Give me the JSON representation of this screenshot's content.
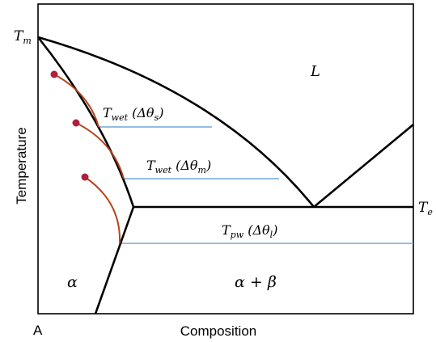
{
  "labels": {
    "tm_main": "T",
    "tm_sub": "m",
    "te_main": "T",
    "te_sub": "e",
    "liquid": "L",
    "alpha": "α",
    "alpha_beta": "α + β",
    "ylabel": "Temperature",
    "xlabel": "Composition",
    "origin": "A",
    "wet_s": {
      "t": "T",
      "sub": "wet",
      "paren_open": " (Δθ",
      "greek_sub": "s",
      "paren_close": ")"
    },
    "wet_m": {
      "t": "T",
      "sub": "wet",
      "paren_open": " (Δθ",
      "greek_sub": "m",
      "paren_close": ")"
    },
    "pw_l": {
      "t": "T",
      "sub": "pw",
      "paren_open": " (Δθ",
      "greek_sub": "l",
      "paren_close": ")"
    }
  },
  "colors": {
    "phase_line": "#000000",
    "isotherm": "#6fa8dc",
    "curve": "#b5451b",
    "marker": "#b0203c"
  }
}
